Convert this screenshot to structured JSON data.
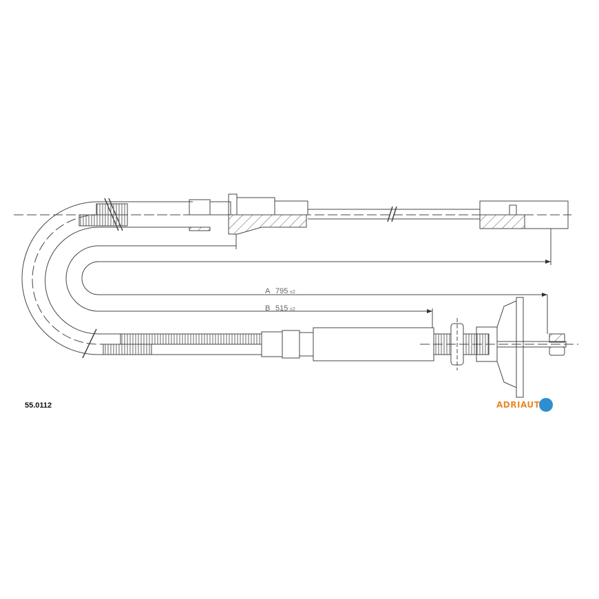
{
  "drawing": {
    "dimension_a": {
      "label": "A",
      "value": "795",
      "tolerance": "±2"
    },
    "dimension_b": {
      "label": "B",
      "value": "515",
      "tolerance": "±2"
    },
    "part_number": "55.0112",
    "brand": "ADRIAUTO"
  },
  "colors": {
    "line": "#444444",
    "brand_text": "#e8892c",
    "brand_icon": "#2e8fd0"
  }
}
